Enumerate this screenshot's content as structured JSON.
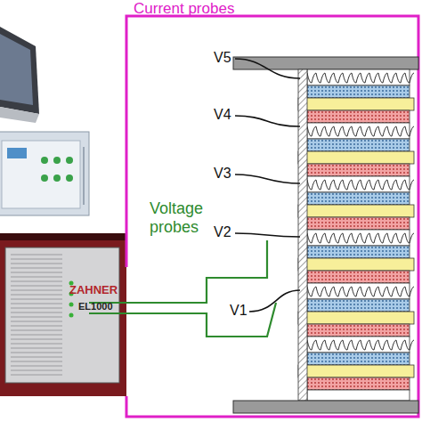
{
  "diagram": {
    "nodes": [
      {
        "text": [
          "ZAHNER",
          "EL1000"
        ]
      }
    ],
    "labels": [
      "Current probes",
      "Voltage probes",
      "V5",
      "V4",
      "V3",
      "V2",
      "V1"
    ]
  }
}
